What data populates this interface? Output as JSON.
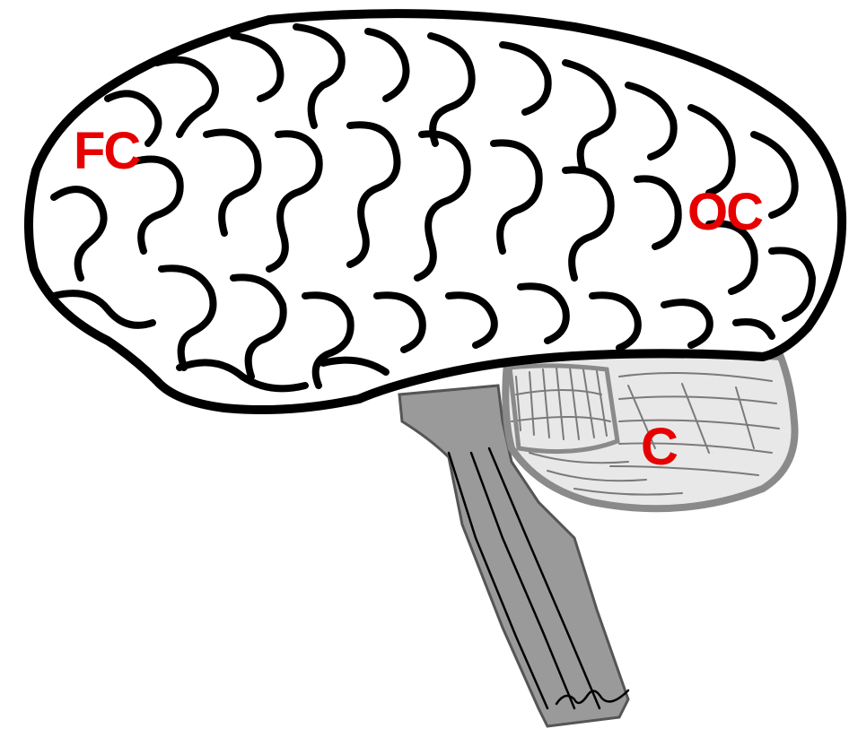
{
  "colors": {
    "label": "#e60000",
    "outline": "#000000",
    "brainstem": "#9a9a9a",
    "cerebellum_fill": "#e6e6e6",
    "cerebellum_outline": "#8a8a8a"
  },
  "labels": {
    "frontal": "FC",
    "occipital": "OC",
    "cerebellum": "C"
  }
}
